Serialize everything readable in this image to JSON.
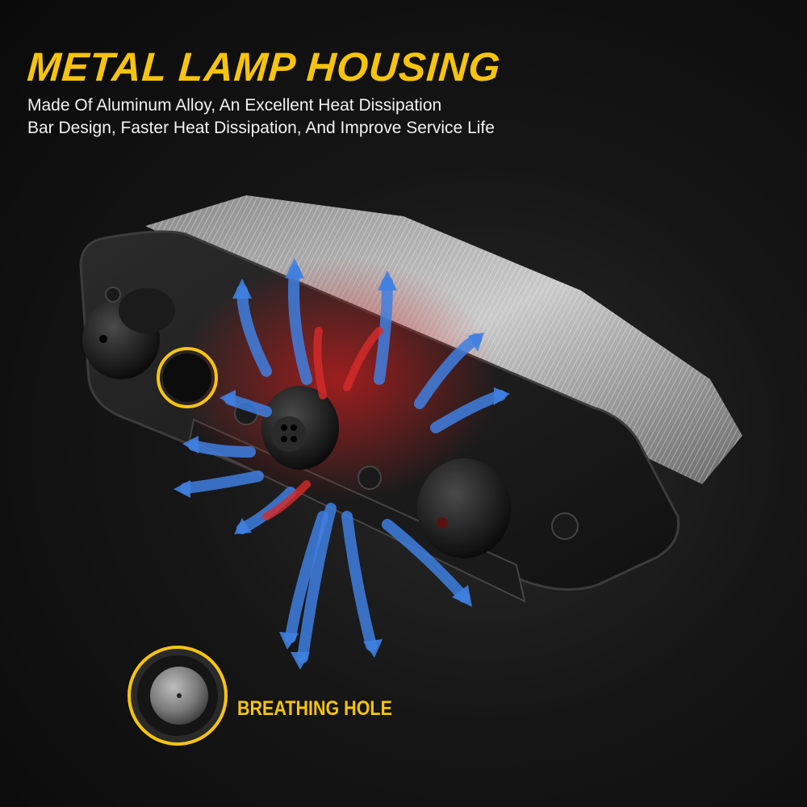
{
  "header": {
    "title": "METAL LAMP HOUSING",
    "description_line1": "Made Of Aluminum Alloy, An Excellent Heat Dissipation",
    "description_line2": "Bar Design, Faster Heat Dissipation, And Improve Service Life"
  },
  "callout": {
    "label": "BREATHING HOLE"
  },
  "colors": {
    "accent": "#f6c40e",
    "text": "#f2f2f2",
    "background": "#0e0e0e",
    "cool_air": "#3f7fe0",
    "hot_air": "#d82a2a"
  }
}
